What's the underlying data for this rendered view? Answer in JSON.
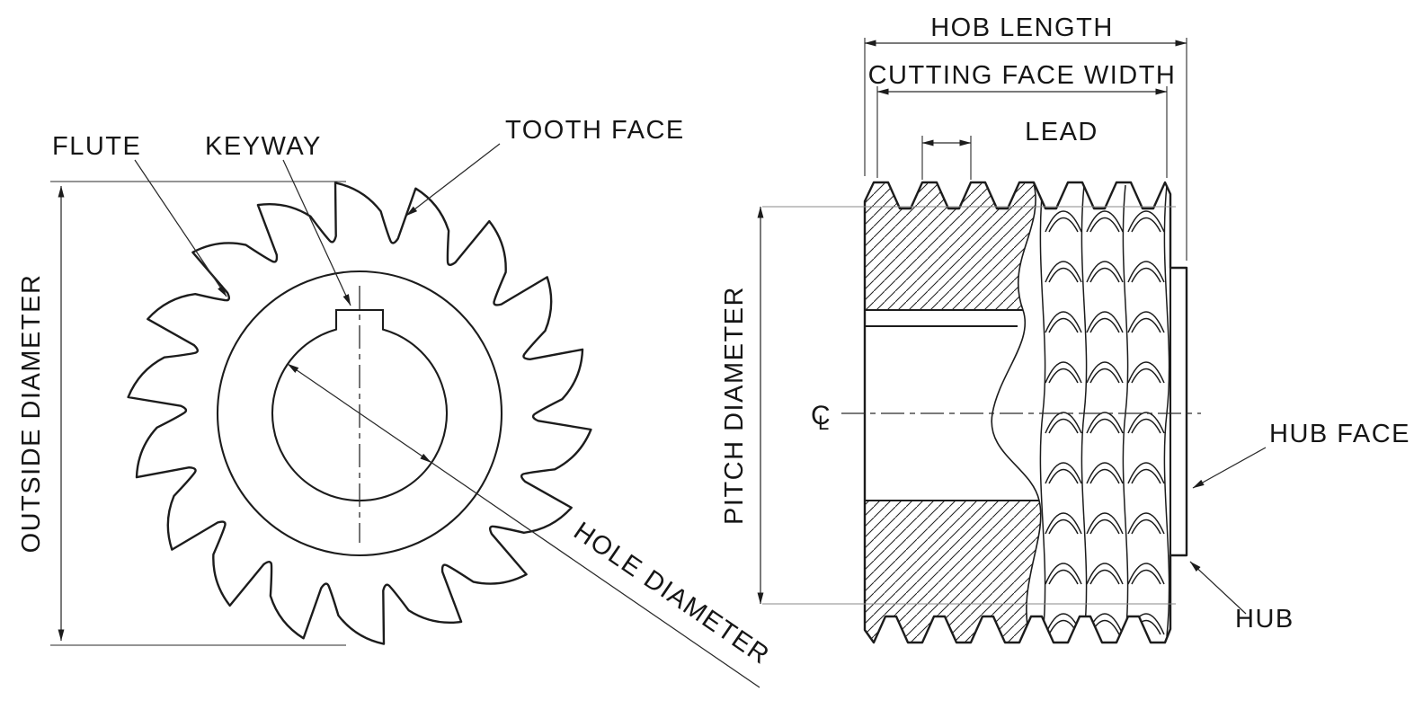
{
  "front_view": {
    "flute": "FLUTE",
    "keyway": "KEYWAY",
    "tooth_face": "TOOTH FACE",
    "outside_diameter": "OUTSIDE DIAMETER",
    "hole_diameter": "HOLE DIAMETER"
  },
  "side_view": {
    "hob_length": "HOB LENGTH",
    "cutting_face_width": "CUTTING FACE WIDTH",
    "lead": "LEAD",
    "pitch_diameter": "PITCH DIAMETER",
    "hub_face": "HUB FACE",
    "hub": "HUB",
    "centerline_c": "C",
    "centerline_l": "L"
  },
  "colors": {
    "background": "#ffffff",
    "line": "#1c1c1c",
    "dimension": "#2a2a2a"
  }
}
